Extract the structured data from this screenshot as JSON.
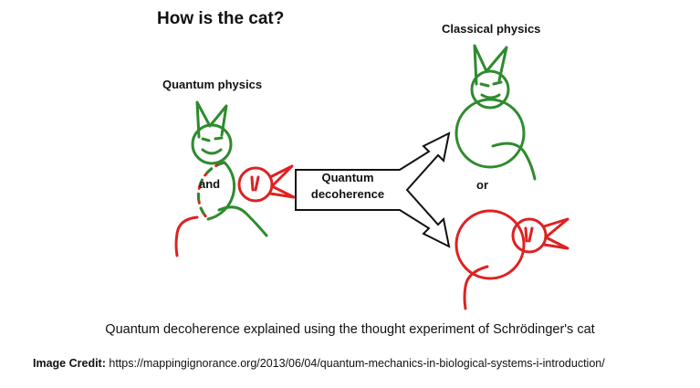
{
  "figure": {
    "title": "How is the cat?",
    "quantum_label": "Quantum physics",
    "classical_label": "Classical physics",
    "and_text": "and",
    "or_text": "or",
    "process_line1": "Quantum",
    "process_line2": "decoherence",
    "colors": {
      "alive": "#2e8b2e",
      "dead": "#dd2222",
      "outline": "#111111"
    }
  },
  "caption": "Quantum decoherence explained using the thought experiment of Schrödinger's cat",
  "credit": {
    "label": "Image Credit:",
    "url": "https://mappingignorance.org/2013/06/04/quantum-mechanics-in-biological-systems-i-introduction/"
  }
}
